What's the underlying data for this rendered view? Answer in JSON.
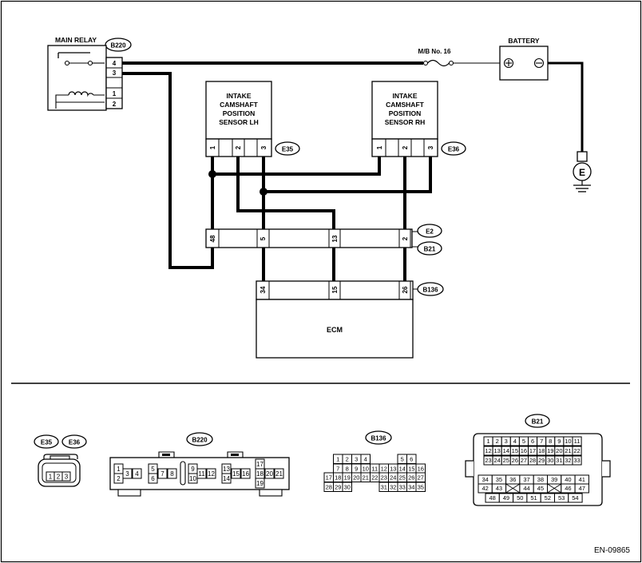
{
  "main_relay": {
    "title": "MAIN RELAY",
    "tag": "B220",
    "pins": [
      "4",
      "3",
      "1",
      "2"
    ]
  },
  "fuse": {
    "label": "M/B No. 16"
  },
  "battery": {
    "label": "BATTERY"
  },
  "ground": {
    "label": "E"
  },
  "sensor_lh": {
    "lines": [
      "INTAKE",
      "CAMSHAFT",
      "POSITION",
      "SENSOR LH"
    ],
    "pins": [
      "1",
      "2",
      "3"
    ],
    "tag": "E35"
  },
  "sensor_rh": {
    "lines": [
      "INTAKE",
      "CAMSHAFT",
      "POSITION",
      "SENSOR RH"
    ],
    "pins": [
      "1",
      "2",
      "3"
    ],
    "tag": "E36"
  },
  "joint_connector": {
    "tag_top": "E2",
    "tag_bottom": "B21",
    "pins": [
      "48",
      "5",
      "13",
      "2"
    ]
  },
  "ecm": {
    "label": "ECM",
    "tag": "B136",
    "pins": [
      "34",
      "15",
      "26"
    ]
  },
  "connectors": {
    "e35_e36": {
      "tags": [
        "E35",
        "E36"
      ],
      "pins": [
        "1",
        "2",
        "3"
      ]
    },
    "b220": {
      "tag": "B220",
      "cells": [
        "1",
        "2",
        "3",
        "4",
        "5",
        "6",
        "7",
        "8",
        "9",
        "10",
        "11",
        "12",
        "13",
        "14",
        "15",
        "16",
        "17",
        "18",
        "19",
        "20",
        "21"
      ]
    },
    "b136": {
      "tag": "B136",
      "row1": [
        "1",
        "2",
        "3",
        "4",
        "",
        "5",
        "6"
      ],
      "row2": [
        "7",
        "8",
        "9",
        "10",
        "11",
        "12",
        "13",
        "14",
        "15",
        "16"
      ],
      "row3": [
        "17",
        "18",
        "19",
        "20",
        "21",
        "22",
        "23",
        "24",
        "25",
        "26",
        "27"
      ],
      "row4": [
        "28",
        "29",
        "30",
        "31",
        "32",
        "33",
        "34",
        "35"
      ]
    },
    "b21": {
      "tag": "B21",
      "row1": [
        "1",
        "2",
        "3",
        "4",
        "5",
        "6",
        "7",
        "8",
        "9",
        "10",
        "11"
      ],
      "row2": [
        "12",
        "13",
        "14",
        "15",
        "16",
        "17",
        "18",
        "19",
        "20",
        "21",
        "22"
      ],
      "row3": [
        "23",
        "24",
        "25",
        "26",
        "27",
        "28",
        "29",
        "30",
        "31",
        "32",
        "33"
      ],
      "row4": [
        "34",
        "35",
        "36",
        "37",
        "38",
        "39",
        "40",
        "41"
      ],
      "row5": [
        "42",
        "43",
        "",
        "44",
        "45",
        "",
        "46",
        "47"
      ],
      "row6": [
        "48",
        "49",
        "50",
        "51",
        "52",
        "53",
        "54"
      ]
    }
  },
  "footer": {
    "code": "EN-09865"
  }
}
